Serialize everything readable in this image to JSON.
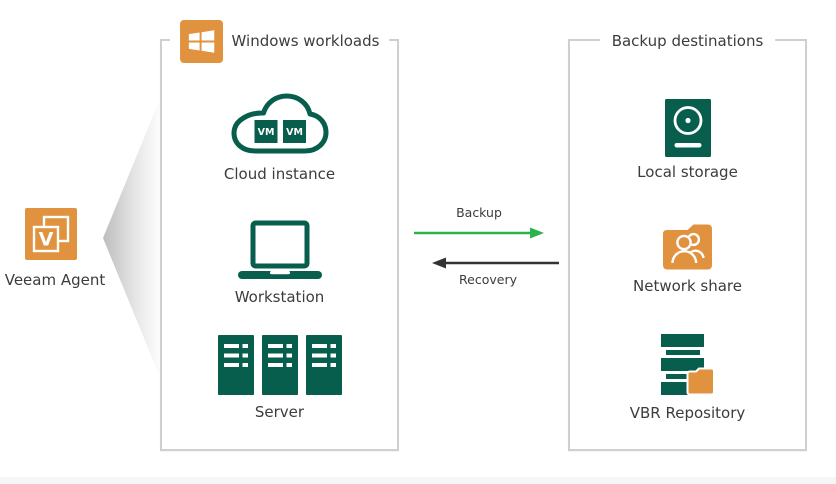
{
  "veeam_agent": {
    "label": "Veeam Agent"
  },
  "windows_workloads": {
    "title": "Windows workloads",
    "items": [
      {
        "id": "cloud-instance",
        "label": "Cloud instance",
        "vm_badge": "VM"
      },
      {
        "id": "workstation",
        "label": "Workstation"
      },
      {
        "id": "server",
        "label": "Server"
      }
    ]
  },
  "backup_destinations": {
    "title": "Backup destinations",
    "items": [
      {
        "id": "local-storage",
        "label": "Local storage"
      },
      {
        "id": "network-share",
        "label": "Network share"
      },
      {
        "id": "vbr-repository",
        "label": "VBR Repository"
      }
    ]
  },
  "flows": {
    "backup": {
      "label": "Backup",
      "direction": "left-to-right",
      "color": "#2bb24c"
    },
    "recovery": {
      "label": "Recovery",
      "direction": "right-to-left",
      "color": "#333333"
    }
  },
  "icons": {
    "veeam_agent": "veeam-v-document-icon",
    "windows": "windows-logo-icon",
    "cloud_instance": "cloud-with-vm-icon",
    "workstation": "laptop-icon",
    "server": "server-towers-icon",
    "local_storage": "hard-disk-icon",
    "network_share": "shared-folder-icon",
    "vbr_repository": "repository-stack-folder-icon"
  },
  "colors": {
    "brand_orange": "#e0923e",
    "brand_dark_green": "#075e4c",
    "arrow_green": "#2bb24c",
    "arrow_black": "#333333",
    "box_border": "#cfcfcf",
    "text": "#3c3c3c",
    "footer_band": "#f3f7f7",
    "chevron_gray": "#bdbdbd"
  }
}
